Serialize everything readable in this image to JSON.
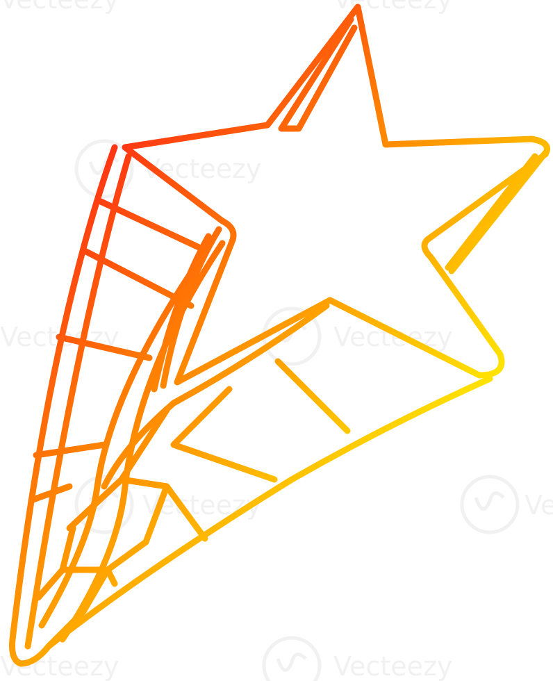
{
  "watermark": {
    "text": "Vecteezy"
  },
  "illustration": {
    "subject": "shooting-star",
    "style": "line-drawing",
    "colors": {
      "gradient_start": "#ff1a1a",
      "gradient_mid": "#ff8a00",
      "gradient_end": "#ffee00",
      "background": "#ffffff"
    }
  }
}
